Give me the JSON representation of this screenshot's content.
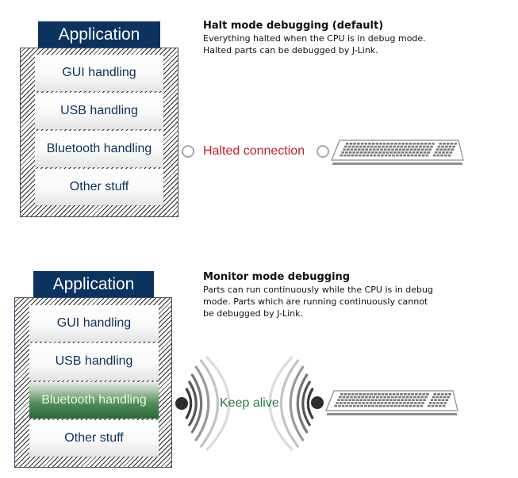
{
  "halt": {
    "app_label": "Application",
    "rows": [
      "GUI handling",
      "USB handling",
      "Bluetooth handling",
      "Other stuff"
    ],
    "title": "Halt mode debugging (default)",
    "desc_lines": [
      "Everything halted when the CPU is in debug mode.",
      "Halted parts can be debugged by J-Link."
    ],
    "connection_label": "Halted connection",
    "connection_color": "#c11f2b"
  },
  "monitor": {
    "app_label": "Application",
    "rows": [
      "GUI handling",
      "USB handling",
      "Bluetooth handling",
      "Other stuff"
    ],
    "highlighted_row": "Bluetooth handling",
    "title": "Monitor mode debugging",
    "desc_lines": [
      "Parts can run continuously while the CPU is in debug",
      "mode. Parts which are running continuously cannot",
      "be debugged by J-Link."
    ],
    "connection_label": "Keep alive",
    "connection_color": "#2a7a49"
  },
  "colors": {
    "header": "#0c325f",
    "row_text": "#0d3360",
    "highlight": "#2b673a"
  },
  "icons": {
    "device": "keyboard-icon",
    "halted_endpoint": "hollow-circle-icon",
    "alive_endpoint": "solid-dot-icon",
    "signal": "signal-waves-icon"
  }
}
